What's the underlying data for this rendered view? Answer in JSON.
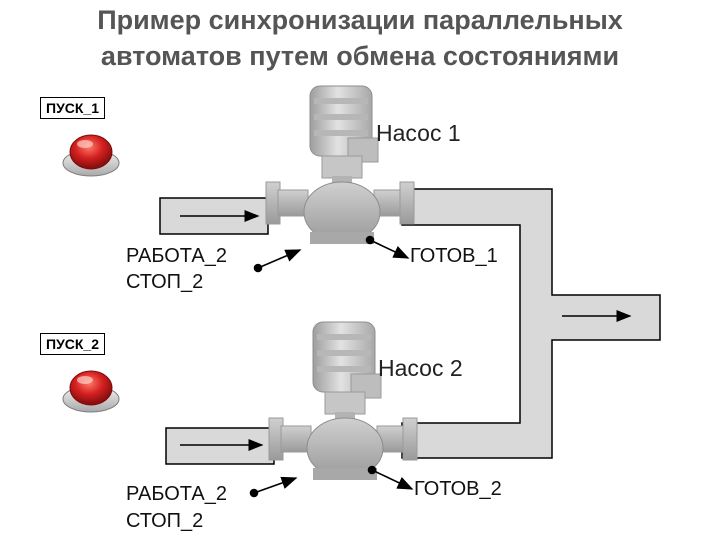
{
  "title": {
    "line1": "Пример синхронизации параллельных",
    "line2": "автоматов путем обмена состояниями"
  },
  "buttons": {
    "start1": "ПУСК_1",
    "start2": "ПУСК_2"
  },
  "pumps": {
    "pump1": "Насос 1",
    "pump2": "Насос 2"
  },
  "states": {
    "upper_left_1": "РАБОТА_2",
    "upper_left_2": "СТОП_2",
    "lower_left_1": "РАБОТА_2",
    "lower_left_2": "СТОП_2",
    "ready1": "ГОТОВ_1",
    "ready2": "ГОТОВ_2"
  },
  "colors": {
    "pipe": "#d9d9d9",
    "button": "#d42020"
  }
}
